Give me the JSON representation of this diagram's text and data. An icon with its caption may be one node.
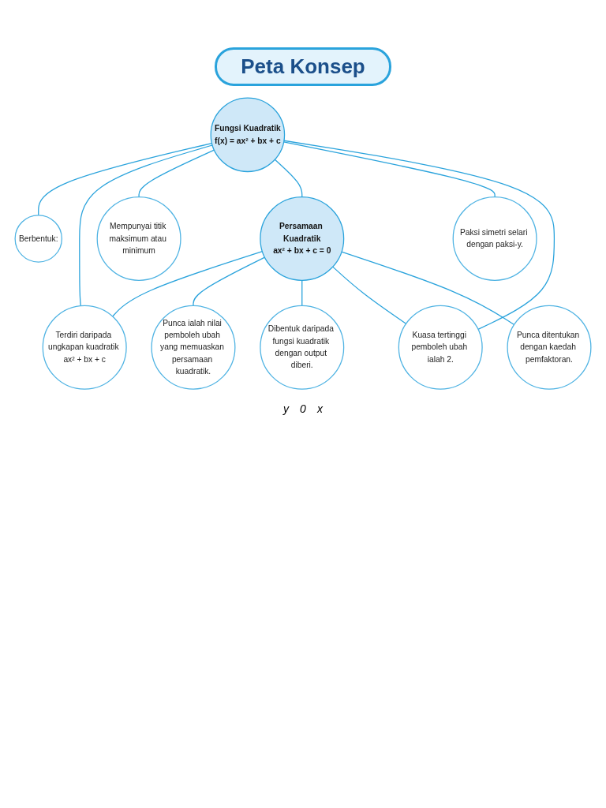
{
  "diagram": {
    "title": "Peta Konsep",
    "nodes": [
      {
        "text": [
          "Berbentuk:"
        ]
      },
      {
        "text": [
          "Terdiri daripada ungkapan kuadratik ax² + bx + c"
        ]
      },
      {
        "text": [
          "Punca ialah nilai pemboleh ubah yang memuaskan persamaan kuadratik."
        ]
      },
      {
        "text": [
          "Mempunyai titik maksimum atau minimum"
        ]
      },
      {
        "text": [
          "Fungsi Kuadratik",
          "f(x) = ax² + bx + c"
        ]
      },
      {
        "text": [
          "Persamaan Kuadratik",
          "ax² + bx + c = 0"
        ]
      },
      {
        "text": [
          "Dibentuk daripada fungsi kuadratik dengan output diberi."
        ]
      },
      {
        "text": [
          "Paksi simetri selari dengan paksi-y."
        ]
      },
      {
        "text": [
          "Kuasa tertinggi pemboleh ubah ialah 2."
        ]
      },
      {
        "text": [
          "Punca ditentukan dengan kaedah pemfaktoran."
        ]
      }
    ],
    "edges": [
      {
        "from": 4,
        "to": 0,
        "arrow": "none"
      },
      {
        "from": 4,
        "to": 1,
        "arrow": "none"
      },
      {
        "from": 5,
        "to": 1,
        "arrow": "none"
      },
      {
        "from": 5,
        "to": 2,
        "arrow": "none"
      },
      {
        "from": 4,
        "to": 3,
        "arrow": "none"
      },
      {
        "from": 4,
        "to": 5,
        "arrow": "none"
      },
      {
        "from": 5,
        "to": 6,
        "arrow": "none"
      },
      {
        "from": 4,
        "to": 7,
        "arrow": "none"
      },
      {
        "from": 4,
        "to": 8,
        "arrow": "none"
      },
      {
        "from": 5,
        "to": 8,
        "arrow": "none"
      },
      {
        "from": 5,
        "to": 9,
        "arrow": "none"
      }
    ],
    "labels": [
      "y",
      "0",
      "x"
    ]
  }
}
